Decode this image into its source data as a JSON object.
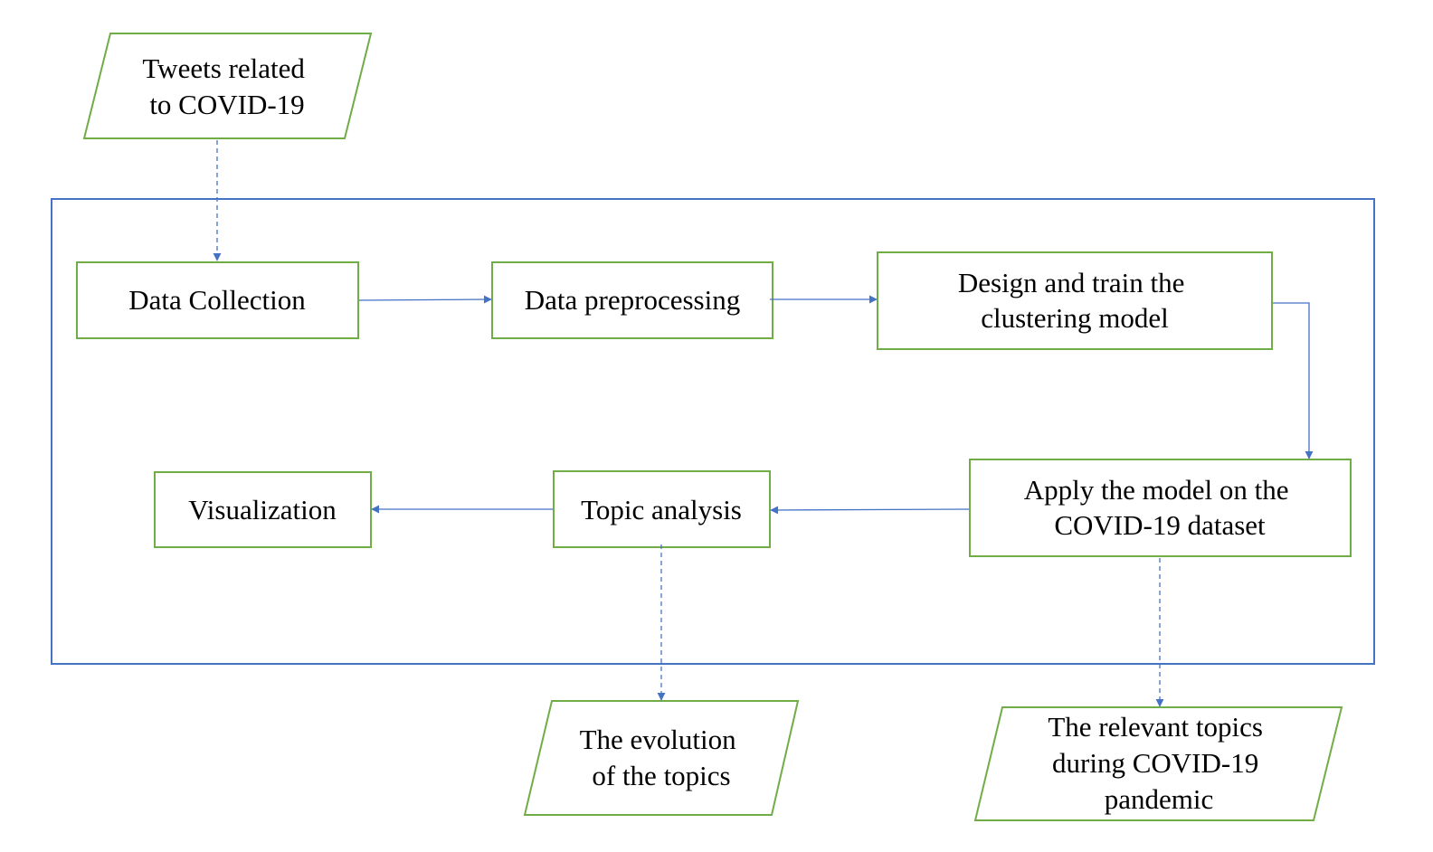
{
  "colors": {
    "node_border": "#70ad47",
    "frame_border": "#4472c4",
    "arrow": "#4472c4",
    "text": "#000000",
    "background": "#ffffff"
  },
  "inputs": {
    "tweets": [
      "Tweets related",
      "to COVID-19"
    ]
  },
  "steps": {
    "data_collection": [
      "Data Collection"
    ],
    "data_preprocessing": [
      "Data preprocessing"
    ],
    "design_train": [
      "Design and train the",
      "clustering model"
    ],
    "apply_model": [
      "Apply the model on the",
      "COVID-19 dataset"
    ],
    "topic_analysis": [
      "Topic analysis"
    ],
    "visualization": [
      "Visualization"
    ]
  },
  "outputs": {
    "evolution": [
      "The evolution",
      "of the topics"
    ],
    "relevant_topics": [
      "The relevant topics",
      "during COVID-19",
      "pandemic"
    ]
  }
}
